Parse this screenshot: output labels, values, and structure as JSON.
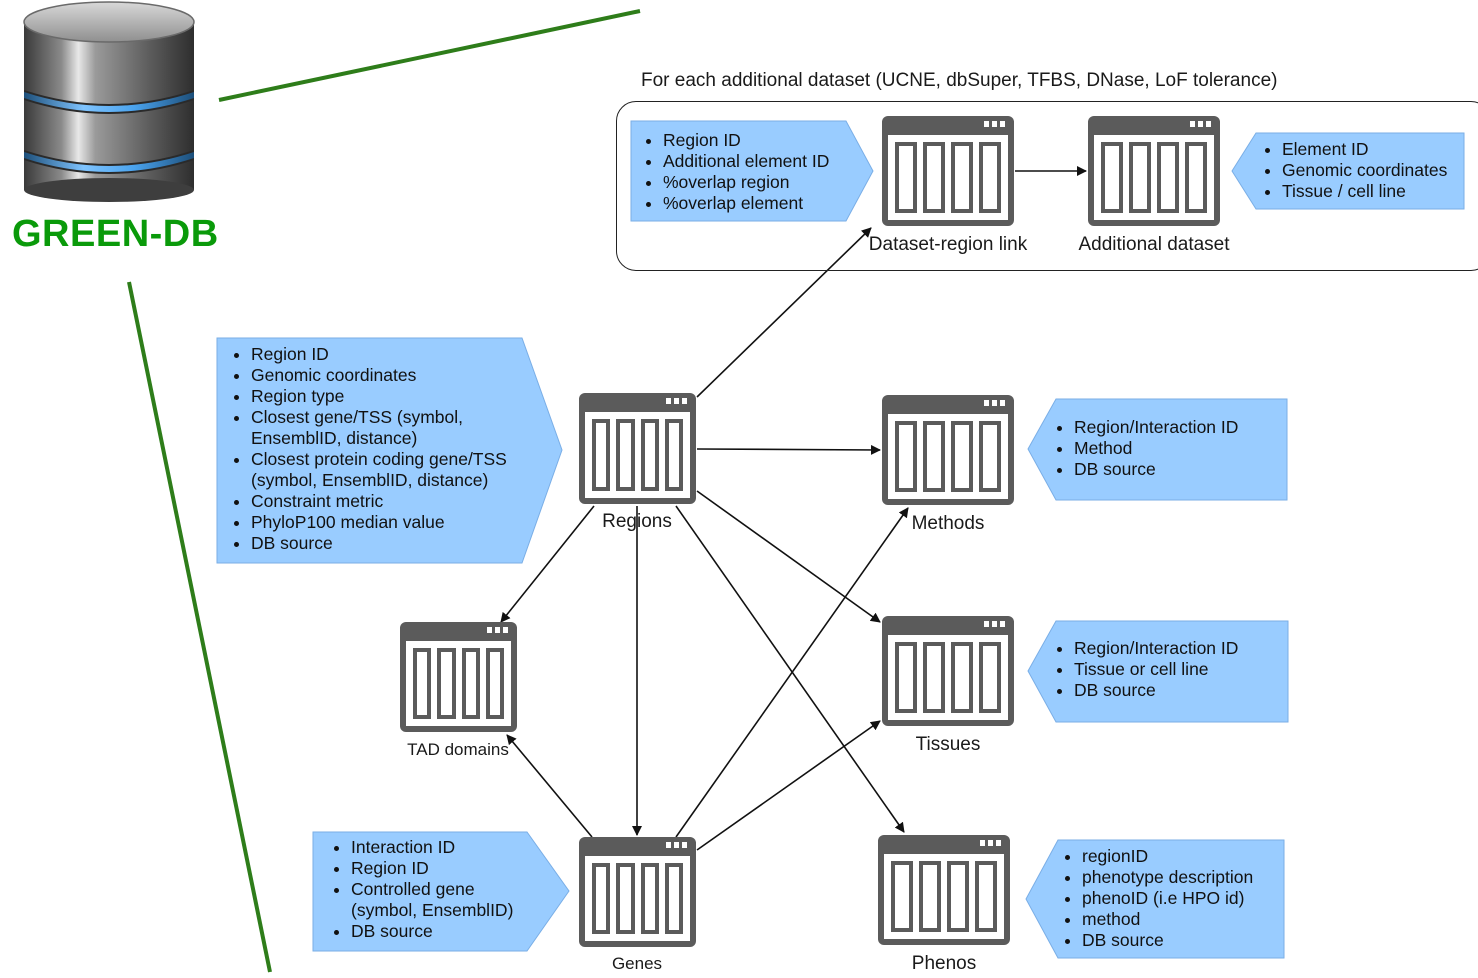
{
  "brand": {
    "title": "GREEN-DB"
  },
  "group": {
    "title": "For each additional dataset (UCNE, dbSuper, TFBS, DNase, LoF tolerance)"
  },
  "nodes": {
    "dataset_region_link": "Dataset-region link",
    "additional_dataset": "Additional dataset",
    "regions": "Regions",
    "methods": "Methods",
    "tissues": "Tissues",
    "tad_domains": "TAD domains",
    "genes": "Genes",
    "phenos": "Phenos"
  },
  "bubbles": {
    "dataset_link": [
      "Region ID",
      "Additional element ID",
      "%overlap region",
      "%overlap element"
    ],
    "additional": [
      "Element ID",
      "Genomic coordinates",
      "Tissue / cell line"
    ],
    "regions": [
      "Region ID",
      "Genomic coordinates",
      "Region type",
      "Closest gene/TSS (symbol,\nEnsemblID, distance)",
      "Closest protein coding gene/TSS\n(symbol, EnsemblID, distance)",
      "Constraint metric",
      "PhyloP100 median value",
      "DB source"
    ],
    "methods": [
      "Region/Interaction ID",
      "Method",
      "DB source"
    ],
    "tissues": [
      "Region/Interaction ID",
      "Tissue or cell line",
      "DB source"
    ],
    "genes": [
      "Interaction ID",
      "Region ID",
      "Controlled gene\n(symbol, EnsemblID)",
      "DB source"
    ],
    "phenos": [
      "regionID",
      "phenotype description",
      "phenoID (i.e HPO id)",
      "method",
      "DB source"
    ]
  },
  "colors": {
    "bubble_fill": "#99ccff",
    "bubble_stroke": "#7aaee6",
    "table_gray": "#5b5b5b",
    "brand_green": "#0a9a0a",
    "line_green": "#2e7d1a"
  },
  "icons": {
    "database": "database-cylinder-icon",
    "table": "table-window-icon"
  }
}
